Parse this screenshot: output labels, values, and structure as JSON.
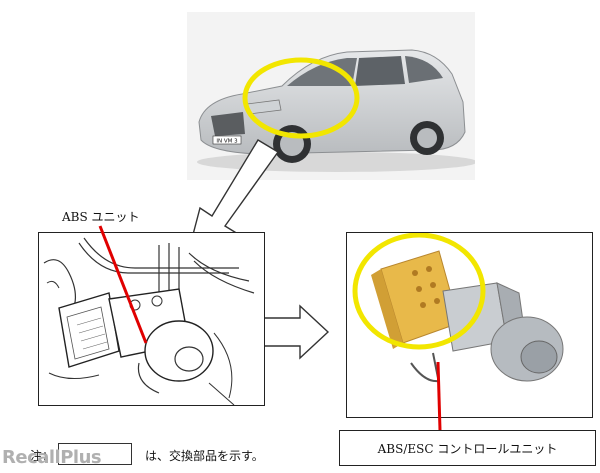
{
  "labels": {
    "abs_unit": "ABS ユニット",
    "abs_esc_unit": "ABS/ESC コントロールユニット",
    "note_prefix": "注：",
    "note_text": "は、交換部品を示す。",
    "plate": "IN VM 3"
  },
  "watermark": "RecallPlus",
  "colors": {
    "highlight_ring": "#f2e600",
    "callout_line": "#e00000",
    "unit_yellow": "#e8b94a",
    "frame": "#222222"
  }
}
